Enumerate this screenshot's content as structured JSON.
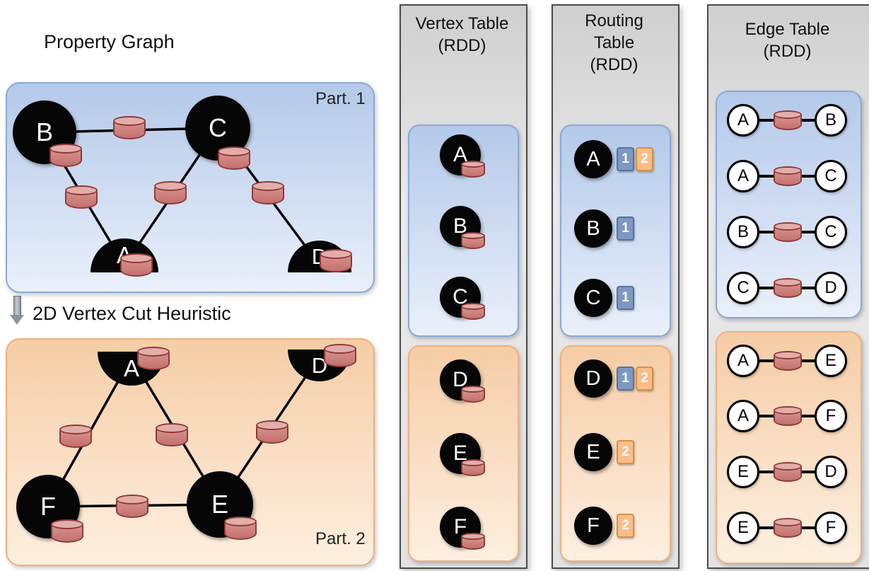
{
  "colors": {
    "partition_blue": "#b4c9e9",
    "partition_orange": "#f5cda6",
    "panel_gray": "#e2e2e2",
    "node_black": "#060606",
    "cylinder_red": "#c3716d",
    "badge_blue": "#7d98c1",
    "badge_orange": "#f9bd8a"
  },
  "property_graph": {
    "title": "Property Graph",
    "transform_label": "2D Vertex Cut Heuristic",
    "part1": {
      "label": "Part. 1",
      "nodes": [
        "B",
        "C",
        "A",
        "D"
      ],
      "edges": [
        [
          "B",
          "C"
        ],
        [
          "B",
          "A"
        ],
        [
          "C",
          "A"
        ],
        [
          "C",
          "D"
        ]
      ]
    },
    "part2": {
      "label": "Part. 2",
      "nodes": [
        "A",
        "D",
        "F",
        "E"
      ],
      "edges": [
        [
          "A",
          "F"
        ],
        [
          "A",
          "E"
        ],
        [
          "F",
          "E"
        ],
        [
          "E",
          "D"
        ]
      ]
    }
  },
  "vertex_table": {
    "title_line1": "Vertex Table",
    "title_line2": "(RDD)",
    "part1_vertices": [
      "A",
      "B",
      "C"
    ],
    "part2_vertices": [
      "D",
      "E",
      "F"
    ]
  },
  "routing_table": {
    "title_line1": "Routing",
    "title_line2": "Table",
    "title_line3": "(RDD)",
    "part1_rows": [
      {
        "vertex": "A",
        "badges": [
          "1",
          "2"
        ]
      },
      {
        "vertex": "B",
        "badges": [
          "1"
        ]
      },
      {
        "vertex": "C",
        "badges": [
          "1"
        ]
      }
    ],
    "part2_rows": [
      {
        "vertex": "D",
        "badges": [
          "1",
          "2"
        ]
      },
      {
        "vertex": "E",
        "badges": [
          "2"
        ]
      },
      {
        "vertex": "F",
        "badges": [
          "2"
        ]
      }
    ]
  },
  "edge_table": {
    "title_line1": "Edge Table",
    "title_line2": "(RDD)",
    "part1_edges": [
      [
        "A",
        "B"
      ],
      [
        "A",
        "C"
      ],
      [
        "B",
        "C"
      ],
      [
        "C",
        "D"
      ]
    ],
    "part2_edges": [
      [
        "A",
        "E"
      ],
      [
        "A",
        "F"
      ],
      [
        "E",
        "D"
      ],
      [
        "E",
        "F"
      ]
    ]
  }
}
